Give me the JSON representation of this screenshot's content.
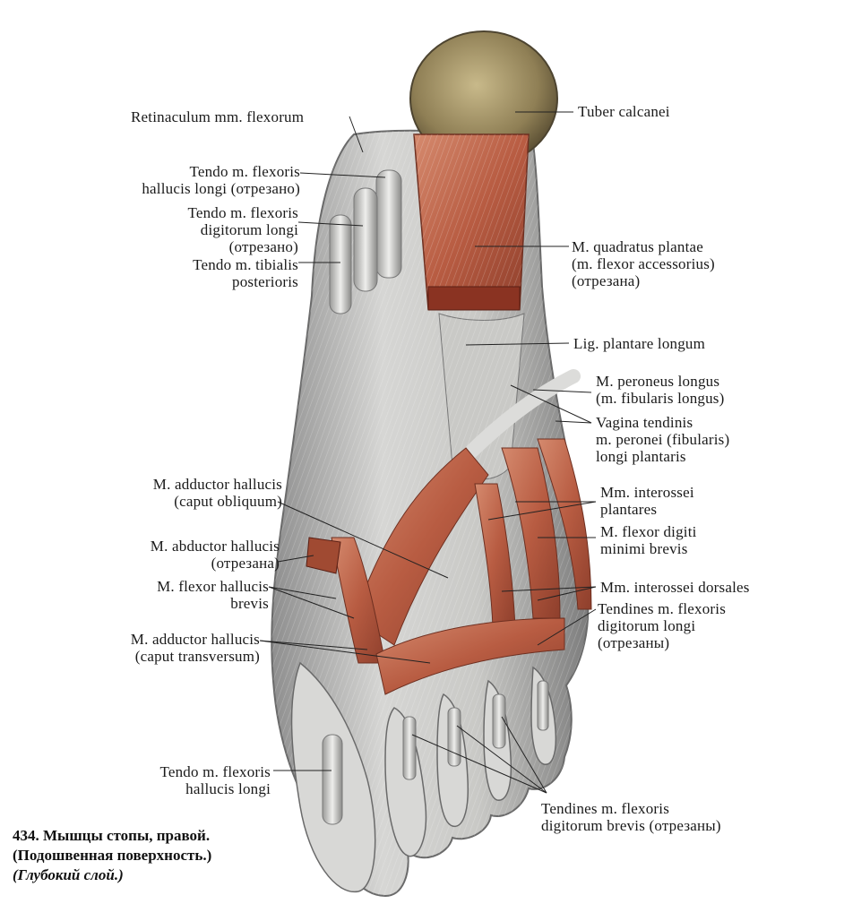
{
  "figure": {
    "labels": {
      "retinaculum": "Retinaculum mm. flexorum",
      "tuber_calcanei": "Tuber calcanei",
      "tendo_fhl_cut": [
        "Tendo m. flexoris",
        "hallucis longi (отрезано)"
      ],
      "tendo_fdl_cut": [
        "Tendo m. flexoris",
        "digitorum longi",
        "(отрезано)"
      ],
      "tendo_tib_post": [
        "Tendo m. tibialis",
        "posterioris"
      ],
      "quadratus": [
        "M. quadratus plantae",
        "(m. flexor accessorius)",
        "(отрезана)"
      ],
      "lig_plantare": "Lig. plantare longum",
      "peroneus": [
        "M. peroneus longus",
        "(m. fibularis longus)"
      ],
      "vagina": [
        "Vagina tendinis",
        "m. peronei (fibularis)",
        "longi plantaris"
      ],
      "add_obl": [
        "M. adductor hallucis",
        "(caput obliquum)"
      ],
      "interossei_pl": [
        "Mm. interossei",
        "plantares"
      ],
      "flexor_dig_min": [
        "M. flexor digiti",
        "minimi brevis"
      ],
      "abductor": [
        "M. abductor hallucis",
        "(отрезана)"
      ],
      "flexor_hall_br": [
        "M. flexor hallucis",
        "brevis"
      ],
      "interossei_dors": "Mm. interossei dorsales",
      "tend_fdl": [
        "Tendines m. flexoris",
        "digitorum longi",
        "(отрезаны)"
      ],
      "add_trans": [
        "M. adductor hallucis",
        "(caput transversum)"
      ],
      "tendo_fhl": [
        "Tendo m. flexoris",
        "hallucis longi"
      ],
      "tend_fdb": [
        "Tendines m. flexoris",
        "digitorum brevis (отрезаны)"
      ]
    },
    "caption": {
      "line1": "434. Мышцы стопы, правой.",
      "line2": "(Подошвенная поверхность.)",
      "line3": "(Глубокий слой.)"
    }
  }
}
